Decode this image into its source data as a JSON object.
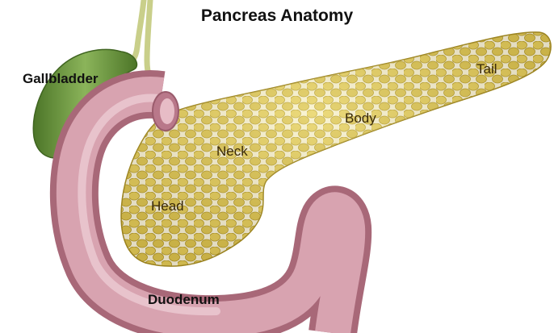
{
  "diagram": {
    "title": "Pancreas Anatomy",
    "labels": {
      "gallbladder": "Gallbladder",
      "head": "Head",
      "neck": "Neck",
      "body": "Body",
      "tail": "Tail",
      "duodenum": "Duodenum"
    }
  },
  "colors": {
    "pancreas": "#d9c24f",
    "pancreas_lobule_stroke": "#a88f22",
    "pancreas_highlight": "#efe08f",
    "duodenum": "#cf93a2",
    "duodenum_dark": "#a86878",
    "duodenum_light": "#ebc4cd",
    "gallbladder": "#6f9c3e",
    "gallbladder_dark": "#4c7528",
    "bile_duct": "#c9cf8a"
  }
}
